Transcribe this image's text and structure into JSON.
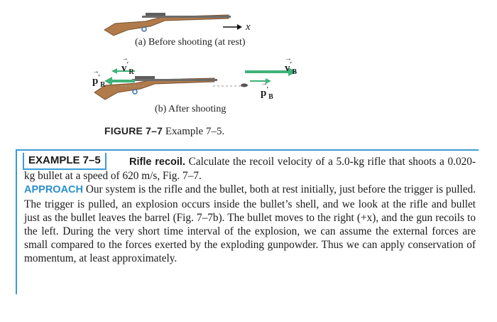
{
  "figure": {
    "caption_a": "(a) Before shooting (at rest)",
    "caption_b": "(b) After shooting",
    "axis_label": "x",
    "vec_vR": "v",
    "vec_vR_sub": "R",
    "vec_pR": "p",
    "vec_pR_sub": "R",
    "vec_vB": "v",
    "vec_vB_sub": "B",
    "vec_pB": "p",
    "vec_pB_sub": "B",
    "figure_label": "FIGURE 7–7",
    "figure_ref": "Example 7–5.",
    "colors": {
      "recoil_arrow": "#3fb37a",
      "bullet_arrow": "#3fb37a",
      "rifle_stock": "#b07a4a",
      "barrel": "#6b6b6b"
    }
  },
  "example": {
    "tag": "EXAMPLE 7–5",
    "title": "Rifle recoil.",
    "text": "Calculate the recoil velocity of a 5.0-kg rifle that shoots a 0.020-kg bullet at a speed of 620 m/s, Fig. 7–7.",
    "approach_label": "APPROACH",
    "approach_text": "Our system is the rifle and the bullet, both at rest initially, just before the trigger is pulled. The trigger is pulled, an explosion occurs inside the bullet’s shell, and we look at the rifle and bullet just as the bullet leaves the barrel (Fig. 7–7b). The bullet moves to the right (+x), and the gun recoils to the left. During the very short time interval of the explosion, we can assume the external forces are small compared to the forces exerted by the exploding gunpowder. Thus we can apply conservation of momentum, at least approximately.",
    "accent_color": "#3b9bd6"
  }
}
